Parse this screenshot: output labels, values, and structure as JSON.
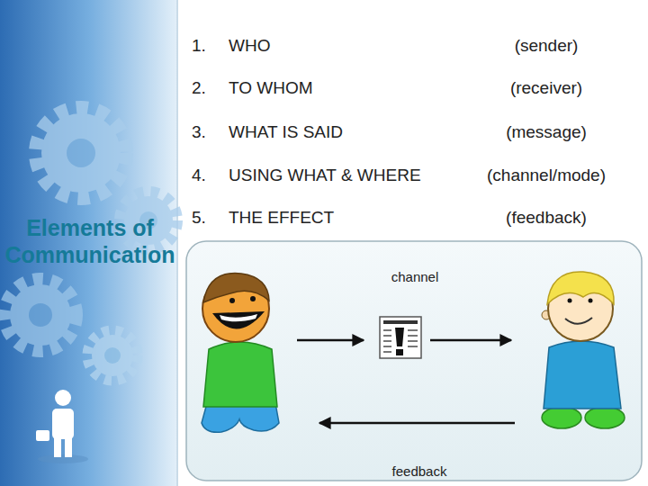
{
  "diagram": {
    "title": "Elements of Communication",
    "labels": [
      "1.",
      "WHO",
      "(sender)",
      "2.",
      "TO WHOM",
      "(receiver)",
      "3.",
      "WHAT IS SAID",
      "(message)",
      "4.",
      "USING WHAT & WHERE",
      "(channel/mode)",
      "5.",
      "THE EFFECT",
      "(feedback)",
      "channel",
      "feedback"
    ]
  }
}
